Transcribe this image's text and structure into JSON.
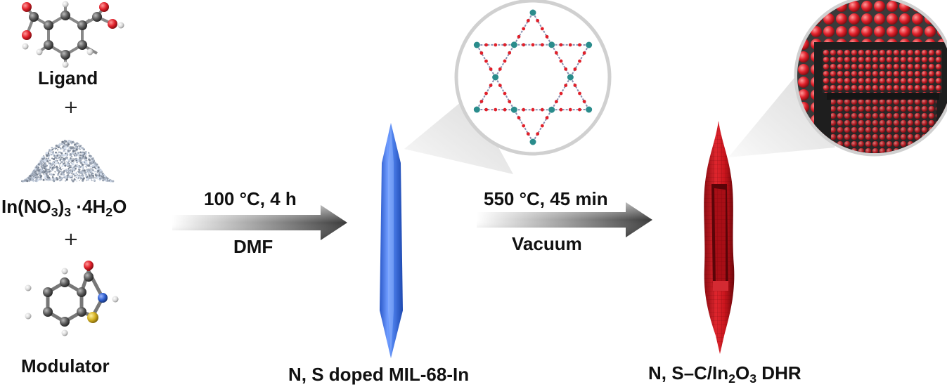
{
  "reactants": {
    "ligand_label": "Ligand",
    "plus_1": "+",
    "salt_label": {
      "pre": "In(NO",
      "sub1": "3",
      "mid": ")",
      "sub2": "3",
      "post": " ·4H",
      "sub3": "2",
      "end": "O"
    },
    "plus_2": "+",
    "modulator_label": "Modulator"
  },
  "steps": [
    {
      "top": "100 °C, 4 h",
      "bottom": "DMF"
    },
    {
      "top": "550 °C, 45 min",
      "bottom": "Vacuum"
    }
  ],
  "products": {
    "mof_label": "N, S doped MIL-68-In",
    "final_label": {
      "pre": "N, S–C/In",
      "sub1": "2",
      "mid": "O",
      "sub2": "3",
      "post": " DHR"
    }
  },
  "colors": {
    "mof_crystal": "#3f74e6",
    "carbon_product": "#c8141c",
    "oxygen_atom": "#e0202a",
    "carbon_atom": "#555555",
    "nitrogen_atom": "#2f5fd0",
    "sulfur_atom": "#d4b020",
    "indium_atom": "#2a8c8c"
  }
}
